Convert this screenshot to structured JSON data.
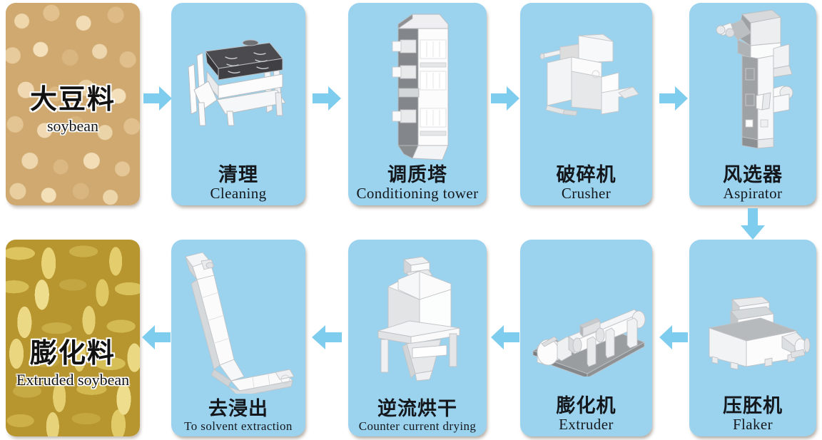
{
  "diagram": {
    "title": "Soybean extrusion process flow",
    "accent_panel_color": "#9BD3EF",
    "arrow_color": "#7FCDEE",
    "photo_text_color": "#111111"
  },
  "photos": [
    {
      "id": "soybean-photo",
      "cn": "大豆料",
      "en": "soybean"
    },
    {
      "id": "extruded-photo",
      "cn": "膨化料",
      "en": "Extruded soybean"
    }
  ],
  "steps": [
    {
      "id": "cleaning",
      "cn": "清理",
      "en": "Cleaning",
      "icon": "vibrating-screen-icon"
    },
    {
      "id": "conditioning",
      "cn": "调质塔",
      "en": "Conditioning tower",
      "icon": "tower-icon"
    },
    {
      "id": "crusher",
      "cn": "破碎机",
      "en": "Crusher",
      "icon": "crusher-icon"
    },
    {
      "id": "aspirator",
      "cn": "风选器",
      "en": "Aspirator",
      "icon": "aspirator-icon"
    },
    {
      "id": "flaker",
      "cn": "压胚机",
      "en": "Flaker",
      "icon": "flaker-icon"
    },
    {
      "id": "extruder",
      "cn": "膨化机",
      "en": "Extruder",
      "icon": "extruder-icon"
    },
    {
      "id": "drying",
      "cn": "逆流烘干",
      "en": "Counter current drying",
      "icon": "dryer-icon"
    },
    {
      "id": "solvent",
      "cn": "去浸出",
      "en": "To solvent extraction",
      "icon": "conveyor-icon"
    }
  ],
  "arrows": [
    {
      "id": "arrow-soybean-to-cleaning",
      "direction": "right"
    },
    {
      "id": "arrow-cleaning-to-conditioning",
      "direction": "right"
    },
    {
      "id": "arrow-conditioning-to-crusher",
      "direction": "right"
    },
    {
      "id": "arrow-crusher-to-aspirator",
      "direction": "right"
    },
    {
      "id": "arrow-aspirator-to-flaker",
      "direction": "down"
    },
    {
      "id": "arrow-flaker-to-extruder",
      "direction": "left"
    },
    {
      "id": "arrow-extruder-to-drying",
      "direction": "left"
    },
    {
      "id": "arrow-drying-to-solvent",
      "direction": "left"
    },
    {
      "id": "arrow-solvent-to-extruded",
      "direction": "left"
    }
  ]
}
